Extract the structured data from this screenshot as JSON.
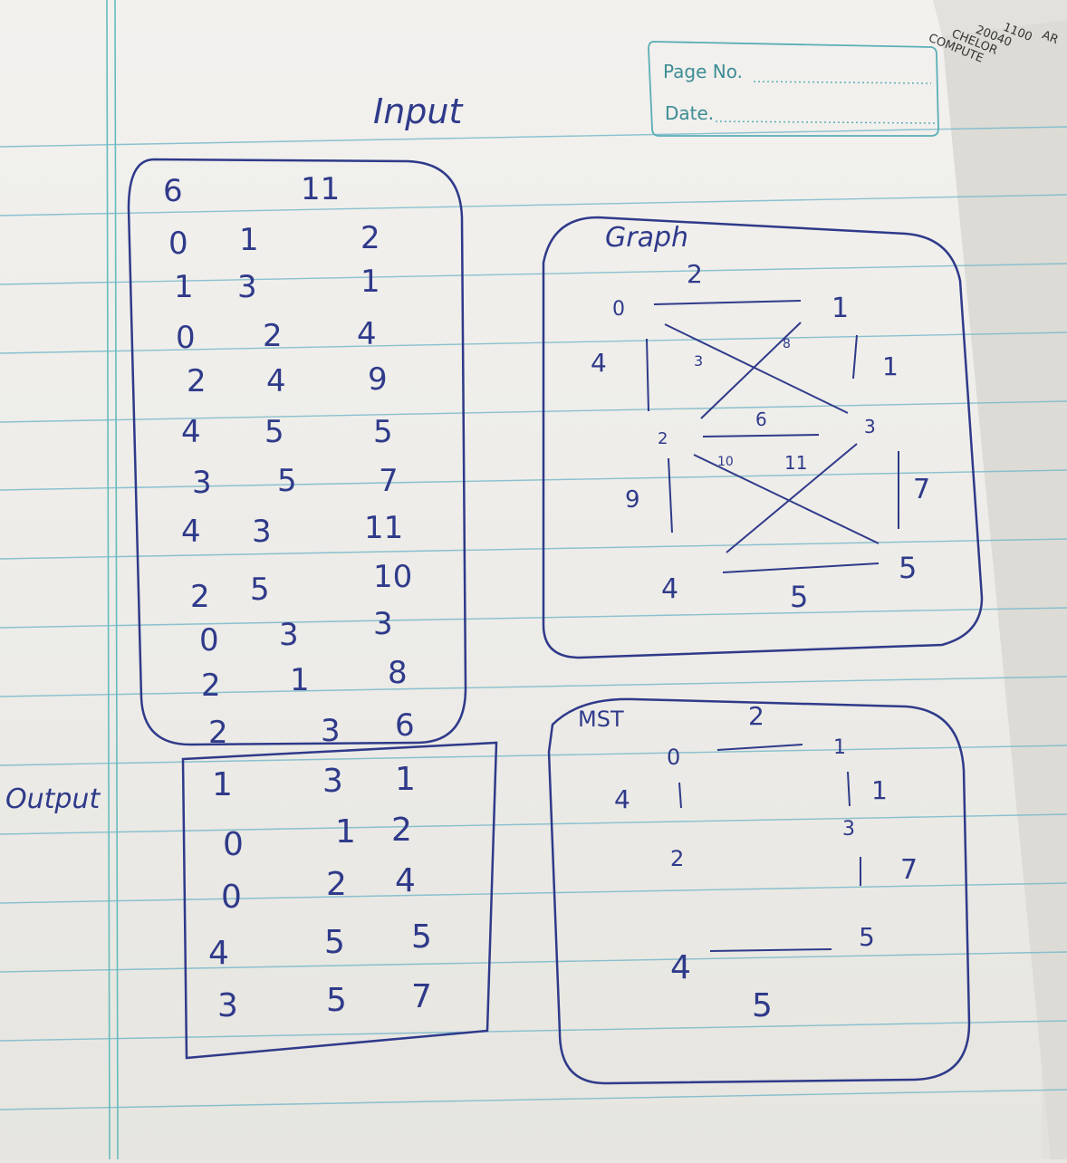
{
  "header": {
    "page_no_label": "Page No.",
    "date_label": "Date."
  },
  "corner_stamp": {
    "lines": [
      "1100",
      "20040",
      "CHELOR",
      "COMPUTE",
      "AR"
    ]
  },
  "input": {
    "title": "Input",
    "header_row": [
      "6",
      "11"
    ],
    "rows": [
      [
        "0",
        "1",
        "2"
      ],
      [
        "1",
        "3",
        "1"
      ],
      [
        "0",
        "2",
        "4"
      ],
      [
        "2",
        "4",
        "9"
      ],
      [
        "4",
        "5",
        "5"
      ],
      [
        "3",
        "5",
        "7"
      ],
      [
        "4",
        "3",
        "11"
      ],
      [
        "2",
        "5",
        "10"
      ],
      [
        "0",
        "3",
        "3"
      ],
      [
        "2",
        "1",
        "8"
      ],
      [
        "2",
        "3",
        "6"
      ]
    ]
  },
  "output": {
    "label": "Output",
    "rows": [
      [
        "1",
        "3",
        "1"
      ],
      [
        "0",
        "1",
        "2"
      ],
      [
        "0",
        "2",
        "4"
      ],
      [
        "4",
        "5",
        "5"
      ],
      [
        "3",
        "5",
        "7"
      ]
    ]
  },
  "graph": {
    "title": "Graph",
    "nodes": [
      "0",
      "1",
      "2",
      "3",
      "4",
      "5"
    ],
    "edge_labels": {
      "e01": "2",
      "e13": "1",
      "e02": "4",
      "e24": "9",
      "e45": "5",
      "e35": "7",
      "e43": "11",
      "e25": "10",
      "e03": "3",
      "e21": "8",
      "e23": "6"
    }
  },
  "mst": {
    "title": "MST",
    "nodes": [
      "0",
      "1",
      "2",
      "3",
      "4",
      "5"
    ],
    "edge_labels": {
      "e01": "2",
      "e13": "1",
      "e02": "4",
      "e35": "7",
      "e45": "5"
    }
  },
  "colors": {
    "ink": "#2f3a8a",
    "ruling": "#6fb3c4",
    "margin": "#6cbfbf",
    "paper": "#f0efeb"
  }
}
